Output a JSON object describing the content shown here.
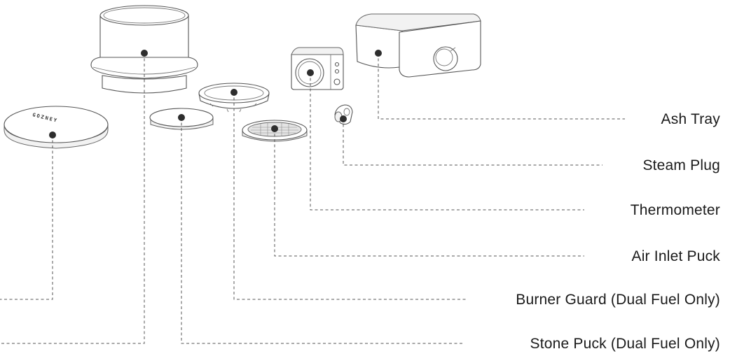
{
  "parts": [
    {
      "id": "ash-tray",
      "label": "Ash Tray"
    },
    {
      "id": "steam-plug",
      "label": "Steam Plug"
    },
    {
      "id": "thermometer",
      "label": "Thermometer"
    },
    {
      "id": "air-inlet-puck",
      "label": "Air Inlet Puck"
    },
    {
      "id": "burner-guard",
      "label": "Burner Guard (Dual Fuel Only)"
    },
    {
      "id": "stone-puck",
      "label": "Stone Puck (Dual Fuel Only)"
    }
  ],
  "lid_logo": "GOZNEY"
}
